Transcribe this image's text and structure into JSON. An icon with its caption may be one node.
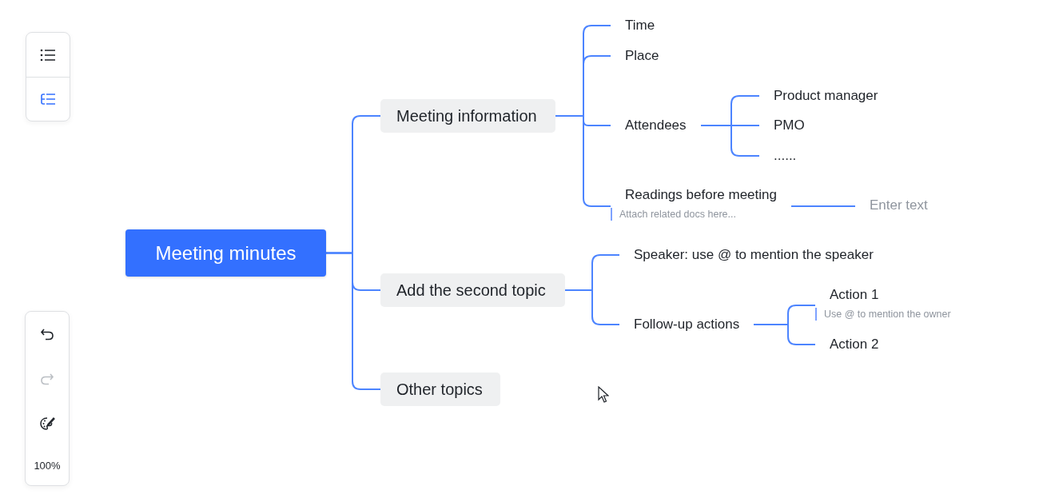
{
  "diagram": {
    "nodes": [
      {
        "text": [
          "Meeting minutes"
        ]
      },
      {
        "text": [
          "Meeting information"
        ]
      },
      {
        "text": [
          "Add the second topic"
        ]
      },
      {
        "text": [
          "Other topics"
        ]
      },
      {
        "text": [
          "Time"
        ]
      },
      {
        "text": [
          "Place"
        ]
      },
      {
        "text": [
          "Attendees"
        ]
      },
      {
        "text": [
          "Readings before meeting",
          "Attach related docs here..."
        ]
      },
      {
        "text": [
          "Product manager"
        ]
      },
      {
        "text": [
          "PMO"
        ]
      },
      {
        "text": [
          "......"
        ]
      },
      {
        "text": [
          "Enter text"
        ]
      },
      {
        "text": [
          "Speaker: use @ to mention the speaker"
        ]
      },
      {
        "text": [
          "Follow-up actions"
        ]
      },
      {
        "text": [
          "Action 1",
          "Use @ to mention the owner"
        ]
      },
      {
        "text": [
          "Action 2"
        ]
      }
    ],
    "edges": [
      {
        "from": 0,
        "to": 1,
        "arrow": "none"
      },
      {
        "from": 0,
        "to": 2,
        "arrow": "none"
      },
      {
        "from": 0,
        "to": 3,
        "arrow": "none"
      },
      {
        "from": 1,
        "to": 4,
        "arrow": "none"
      },
      {
        "from": 1,
        "to": 5,
        "arrow": "none"
      },
      {
        "from": 1,
        "to": 6,
        "arrow": "none"
      },
      {
        "from": 1,
        "to": 7,
        "arrow": "none"
      },
      {
        "from": 6,
        "to": 8,
        "arrow": "none"
      },
      {
        "from": 6,
        "to": 9,
        "arrow": "none"
      },
      {
        "from": 6,
        "to": 10,
        "arrow": "none"
      },
      {
        "from": 7,
        "to": 11,
        "arrow": "none"
      },
      {
        "from": 2,
        "to": 12,
        "arrow": "none"
      },
      {
        "from": 2,
        "to": 13,
        "arrow": "none"
      },
      {
        "from": 13,
        "to": 14,
        "arrow": "none"
      },
      {
        "from": 13,
        "to": 15,
        "arrow": "none"
      }
    ],
    "labels": [
      "100%"
    ]
  }
}
